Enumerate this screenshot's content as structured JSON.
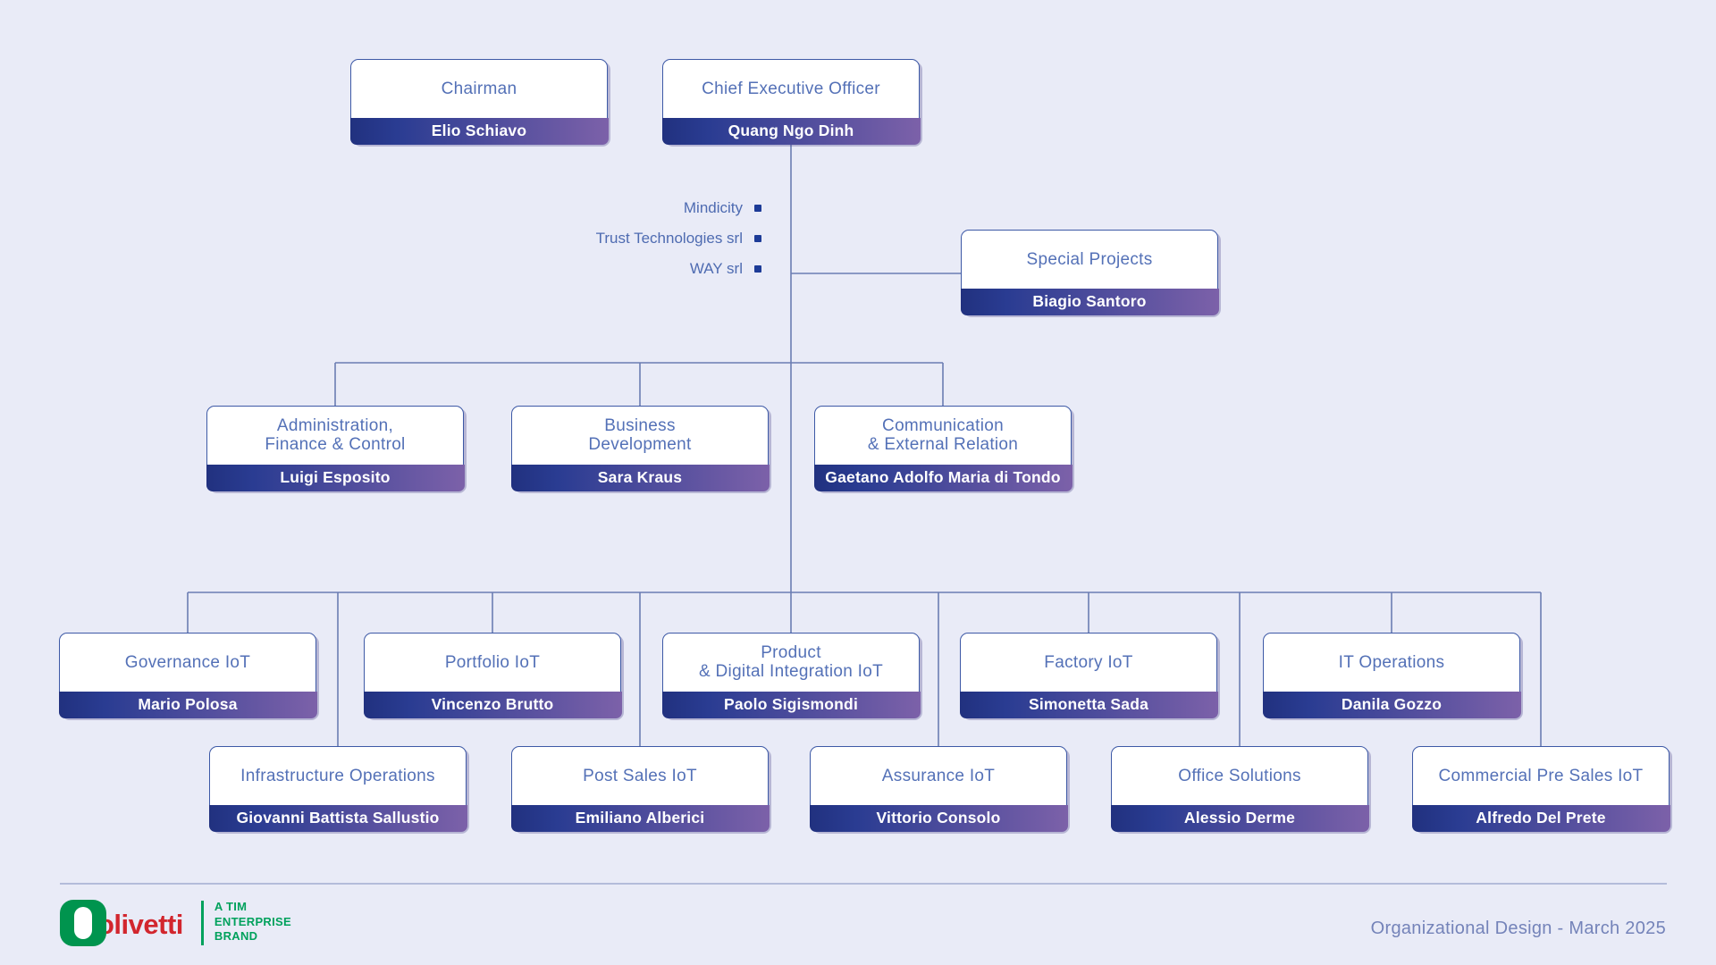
{
  "page": {
    "background": "#E9EBF7",
    "caption": "Organizational Design - March 2025"
  },
  "colors": {
    "card_border": "#3D59A6",
    "title_text": "#5471B7",
    "name_bar_gradient_start": "#21317F",
    "name_bar_gradient_end": "#7C61A9",
    "connector_line": "#6B7DB3",
    "footer_text": "#7483B9",
    "brand_green": "#00944E",
    "brand_red": "#D2262E",
    "bullet_square": "#1D3B97"
  },
  "brand": {
    "wordmark": "olivetti",
    "tagline": "A TIM\nENTERPRISE\nBRAND"
  },
  "org": {
    "type": "org-chart",
    "subsidiaries": [
      "Mindicity",
      "Trust Technologies srl",
      "WAY srl"
    ],
    "nodes": [
      {
        "id": "chairman",
        "title": "Chairman",
        "name": "Elio Schiavo"
      },
      {
        "id": "ceo",
        "title": "Chief Executive Officer",
        "name": "Quang Ngo Dinh"
      },
      {
        "id": "special",
        "title": "Special Projects",
        "name": "Biagio Santoro"
      },
      {
        "id": "admin",
        "title": "Administration,\nFinance & Control",
        "name": "Luigi Esposito"
      },
      {
        "id": "bizdev",
        "title": "Business\nDevelopment",
        "name": "Sara Kraus"
      },
      {
        "id": "comm",
        "title": "Communication\n& External Relation",
        "name": "Gaetano Adolfo Maria di Tondo"
      },
      {
        "id": "governance",
        "title": "Governance IoT",
        "name": "Mario Polosa"
      },
      {
        "id": "portfolio",
        "title": "Portfolio IoT",
        "name": "Vincenzo Brutto"
      },
      {
        "id": "product",
        "title": "Product\n& Digital Integration IoT",
        "name": "Paolo Sigismondi"
      },
      {
        "id": "factory",
        "title": "Factory IoT",
        "name": "Simonetta Sada"
      },
      {
        "id": "itops",
        "title": "IT Operations",
        "name": "Danila Gozzo"
      },
      {
        "id": "infra",
        "title": "Infrastructure Operations",
        "name": "Giovanni Battista Sallustio"
      },
      {
        "id": "postsales",
        "title": "Post Sales IoT",
        "name": "Emiliano Alberici"
      },
      {
        "id": "assurance",
        "title": "Assurance IoT",
        "name": "Vittorio Consolo"
      },
      {
        "id": "office",
        "title": "Office Solutions",
        "name": "Alessio Derme"
      },
      {
        "id": "commercial",
        "title": "Commercial Pre Sales IoT",
        "name": "Alfredo Del Prete"
      }
    ]
  }
}
